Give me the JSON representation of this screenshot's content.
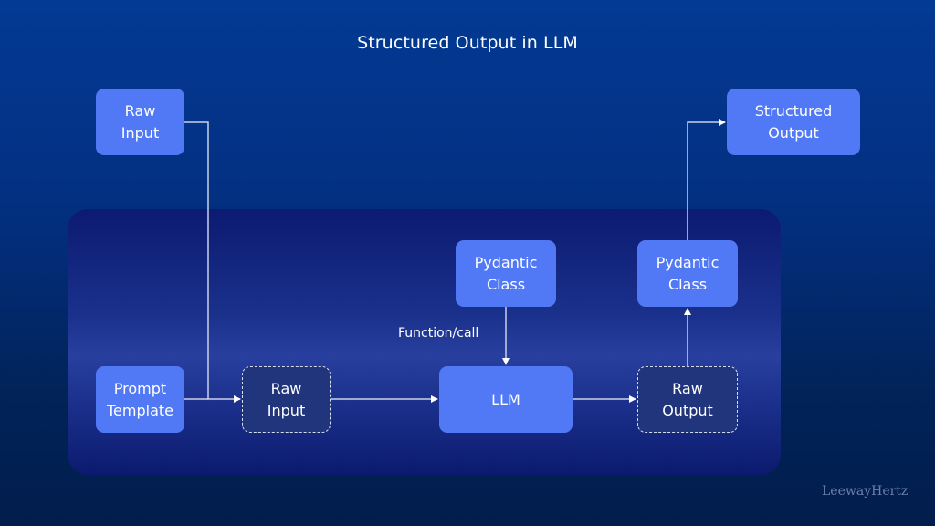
{
  "title": "Structured Output in LLM",
  "nodes": {
    "raw_input_top": {
      "label": "Raw\nInput",
      "style": "solid"
    },
    "structured_output": {
      "label": "Structured\nOutput",
      "style": "solid"
    },
    "pydantic_class_1": {
      "label": "Pydantic\nClass",
      "style": "solid"
    },
    "pydantic_class_2": {
      "label": "Pydantic\nClass",
      "style": "solid"
    },
    "prompt_template": {
      "label": "Prompt\nTemplate",
      "style": "solid"
    },
    "raw_input_inner": {
      "label": "Raw\nInput",
      "style": "dashed"
    },
    "llm": {
      "label": "LLM",
      "style": "solid"
    },
    "raw_output": {
      "label": "Raw\nOutput",
      "style": "dashed"
    }
  },
  "edges": [
    {
      "from": "raw_input_top",
      "to": "raw_input_inner"
    },
    {
      "from": "prompt_template",
      "to": "raw_input_inner"
    },
    {
      "from": "raw_input_inner",
      "to": "llm"
    },
    {
      "from": "pydantic_class_1",
      "to": "llm",
      "label": "Function/call"
    },
    {
      "from": "llm",
      "to": "raw_output"
    },
    {
      "from": "raw_output",
      "to": "pydantic_class_2"
    },
    {
      "from": "pydantic_class_2",
      "to": "structured_output"
    }
  ],
  "edge_label": "Function/call",
  "brand": "LeewayHertz",
  "colors": {
    "node_fill": "#5279f5",
    "dashed_fill": "#20357c",
    "connector": "#c9d1ea",
    "text": "#ffffff"
  }
}
